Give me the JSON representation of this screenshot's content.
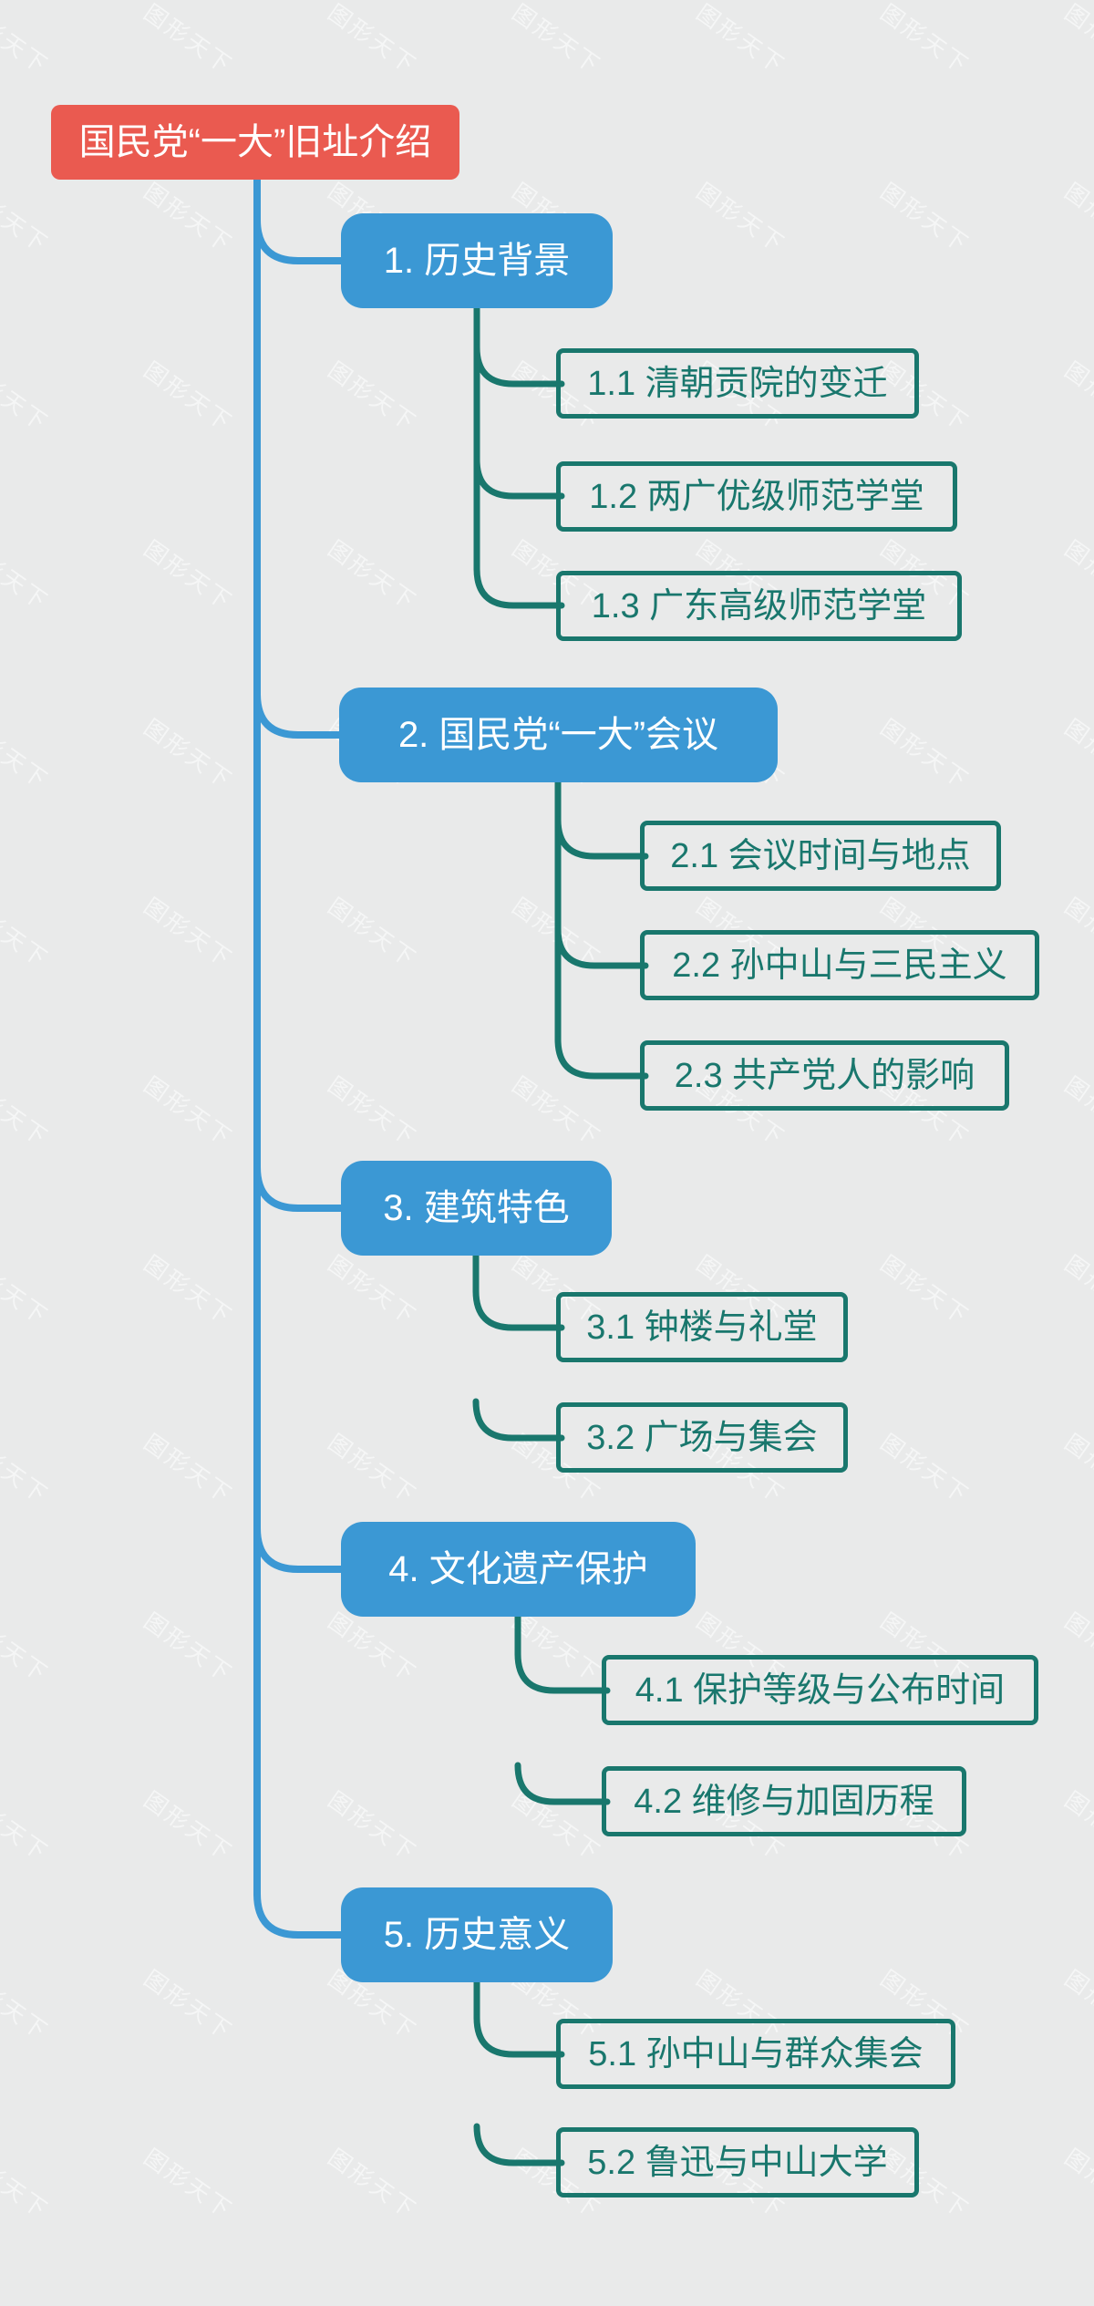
{
  "palette": {
    "background": "#e9eaea",
    "root_color": "#ea5a50",
    "branch_color": "#3b98d4",
    "subtopic_color": "#19776d",
    "text_on_fill": "#ffffff"
  },
  "watermark": {
    "text": "图形天下"
  },
  "mindmap": {
    "root": {
      "label": "国民党“一大”旧址介绍"
    },
    "branches": [
      {
        "label": "1. 历史背景",
        "children": [
          {
            "label": "1.1 清朝贡院的变迁"
          },
          {
            "label": "1.2 两广优级师范学堂"
          },
          {
            "label": "1.3 广东高级师范学堂"
          }
        ]
      },
      {
        "label": "2. 国民党“一大”会议",
        "children": [
          {
            "label": "2.1 会议时间与地点"
          },
          {
            "label": "2.2 孙中山与三民主义"
          },
          {
            "label": "2.3 共产党人的影响"
          }
        ]
      },
      {
        "label": "3. 建筑特色",
        "children": [
          {
            "label": "3.1 钟楼与礼堂"
          },
          {
            "label": "3.2 广场与集会"
          }
        ]
      },
      {
        "label": "4. 文化遗产保护",
        "children": [
          {
            "label": "4.1 保护等级与公布时间"
          },
          {
            "label": "4.2 维修与加固历程"
          }
        ]
      },
      {
        "label": "5. 历史意义",
        "children": [
          {
            "label": "5.1 孙中山与群众集会"
          },
          {
            "label": "5.2 鲁迅与中山大学"
          }
        ]
      }
    ]
  }
}
